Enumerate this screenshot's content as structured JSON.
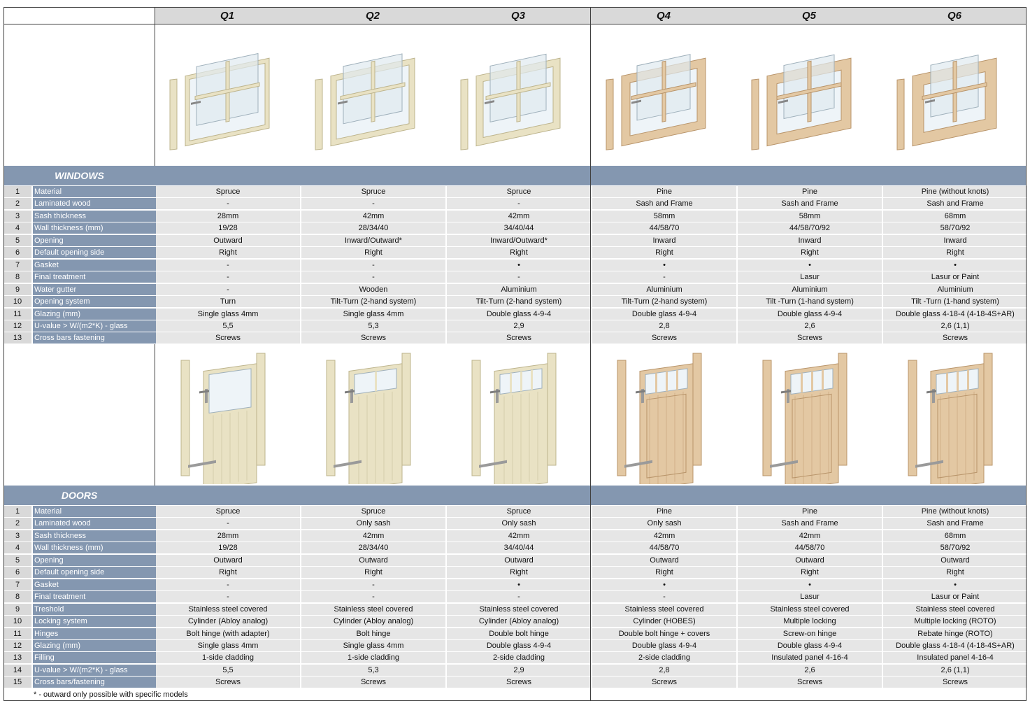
{
  "columns": [
    "Q1",
    "Q2",
    "Q3",
    "Q4",
    "Q5",
    "Q6"
  ],
  "windows": {
    "title": "WINDOWS",
    "rows": [
      {
        "n": "1",
        "label": "Material",
        "values": [
          "Spruce",
          "Spruce",
          "Spruce",
          "Pine",
          "Pine",
          "Pine (without knots)"
        ]
      },
      {
        "n": "2",
        "label": "Laminated wood",
        "values": [
          "-",
          "-",
          "-",
          "Sash and Frame",
          "Sash and Frame",
          "Sash and Frame"
        ]
      },
      {
        "n": "3",
        "label": "Sash thickness",
        "values": [
          "28mm",
          "42mm",
          "42mm",
          "58mm",
          "58mm",
          "68mm"
        ]
      },
      {
        "n": "4",
        "label": "Wall thickness (mm)",
        "values": [
          "19/28",
          "28/34/40",
          "34/40/44",
          "44/58/70",
          "44/58/70/92",
          "58/70/92"
        ]
      },
      {
        "n": "5",
        "label": "Opening",
        "values": [
          "Outward",
          "Inward/Outward*",
          "Inward/Outward*",
          "Inward",
          "Inward",
          "Inward"
        ]
      },
      {
        "n": "6",
        "label": "Default opening side",
        "values": [
          "Right",
          "Right",
          "Right",
          "Right",
          "Right",
          "Right"
        ]
      },
      {
        "n": "7",
        "label": "Gasket",
        "values": [
          "-",
          "-",
          "•",
          "•",
          "•",
          "•"
        ]
      },
      {
        "n": "8",
        "label": "Final treatment",
        "values": [
          "-",
          "-",
          "-",
          "-",
          "Lasur",
          "Lasur or Paint"
        ]
      },
      {
        "n": "9",
        "label": "Water gutter",
        "values": [
          "-",
          "Wooden",
          "Aluminium",
          "Aluminium",
          "Aluminium",
          "Aluminium"
        ]
      },
      {
        "n": "10",
        "label": "Opening system",
        "values": [
          "Turn",
          "Tilt-Turn (2-hand system)",
          "Tilt-Turn (2-hand system)",
          "Tilt-Turn (2-hand system)",
          "Tilt -Turn (1-hand system)",
          "Tilt -Turn (1-hand system)"
        ]
      },
      {
        "n": "11",
        "label": "Glazing (mm)",
        "values": [
          "Single glass  4mm",
          "Single glass  4mm",
          "Double glass  4-9-4",
          "Double glass  4-9-4",
          "Double glass  4-9-4",
          "Double glass 4-18-4 (4-18-4S+AR)"
        ]
      },
      {
        "n": "12",
        "label": "U-value > W/(m2*K) - glass",
        "values": [
          "5,5",
          "5,3",
          "2,9",
          "2,8",
          "2,6",
          "2,6 (1,1)"
        ]
      },
      {
        "n": "13",
        "label": "Cross bars fastening",
        "values": [
          "Screws",
          "Screws",
          "Screws",
          "Screws",
          "Screws",
          "Screws"
        ]
      }
    ]
  },
  "doors": {
    "title": "DOORS",
    "rows": [
      {
        "n": "1",
        "label": "Material",
        "values": [
          "Spruce",
          "Spruce",
          "Spruce",
          "Pine",
          "Pine",
          "Pine (without knots)"
        ]
      },
      {
        "n": "2",
        "label": "Laminated wood",
        "values": [
          "-",
          "Only sash",
          "Only sash",
          "Only sash",
          "Sash and Frame",
          "Sash and Frame"
        ]
      },
      {
        "n": "3",
        "label": "Sash thickness",
        "values": [
          "28mm",
          "42mm",
          "42mm",
          "42mm",
          "42mm",
          "68mm"
        ]
      },
      {
        "n": "4",
        "label": "Wall thickness (mm)",
        "values": [
          "19/28",
          "28/34/40",
          "34/40/44",
          "44/58/70",
          "44/58/70",
          "58/70/92"
        ]
      },
      {
        "n": "5",
        "label": "Opening",
        "values": [
          "Outward",
          "Outward",
          "Outward",
          "Outward",
          "Outward",
          "Outward"
        ]
      },
      {
        "n": "6",
        "label": "Default opening side",
        "values": [
          "Right",
          "Right",
          "Right",
          "Right",
          "Right",
          "Right"
        ]
      },
      {
        "n": "7",
        "label": "Gasket",
        "values": [
          "-",
          "-",
          "•",
          "•",
          "•",
          "•"
        ]
      },
      {
        "n": "8",
        "label": "Final treatment",
        "values": [
          "-",
          "-",
          "-",
          "-",
          "Lasur",
          "Lasur or Paint"
        ]
      },
      {
        "n": "9",
        "label": "Treshold",
        "values": [
          "Stainless steel covered",
          "Stainless steel covered",
          "Stainless steel covered",
          "Stainless steel covered",
          "Stainless steel covered",
          "Stainless steel covered"
        ]
      },
      {
        "n": "10",
        "label": "Locking system",
        "values": [
          "Cylinder (Abloy analog)",
          "Cylinder (Abloy analog)",
          "Cylinder (Abloy analog)",
          "Cylinder (HOBES)",
          "Multiple locking",
          "Multiple locking (ROTO)"
        ]
      },
      {
        "n": "11",
        "label": "Hinges",
        "values": [
          "Bolt hinge (with adapter)",
          "Bolt hinge",
          "Double bolt hinge",
          "Double bolt hinge + covers",
          "Screw-on hinge",
          "Rebate hinge (ROTO)"
        ]
      },
      {
        "n": "12",
        "label": "Glazing (mm)",
        "values": [
          "Single glass  4mm",
          "Single glass  4mm",
          "Double glass  4-9-4",
          "Double glass  4-9-4",
          "Double glass  4-9-4",
          "Double glass 4-18-4 (4-18-4S+AR)"
        ]
      },
      {
        "n": "13",
        "label": "Filling",
        "values": [
          "1-side cladding",
          "1-side cladding",
          "2-side cladding",
          "2-side cladding",
          "Insulated panel 4-16-4",
          "Insulated panel 4-16-4"
        ]
      },
      {
        "n": "14",
        "label": "U-value > W/(m2*K) - glass",
        "values": [
          "5,5",
          "5,3",
          "2,9",
          "2,8",
          "2,6",
          "2,6 (1,1)"
        ]
      },
      {
        "n": "15",
        "label": "Cross bars/fastening",
        "values": [
          "Screws",
          "Screws",
          "Screws",
          "Screws",
          "Screws",
          "Screws"
        ]
      }
    ]
  },
  "footnote": "* - outward only possible with specific models",
  "colors": {
    "section_bar": "#8497b0",
    "header_bg": "#d9d9d9",
    "cell_bg": "#e6e6e6",
    "spruce_wood": "#e9e2c4",
    "pine_wood": "#e3c8a3"
  }
}
